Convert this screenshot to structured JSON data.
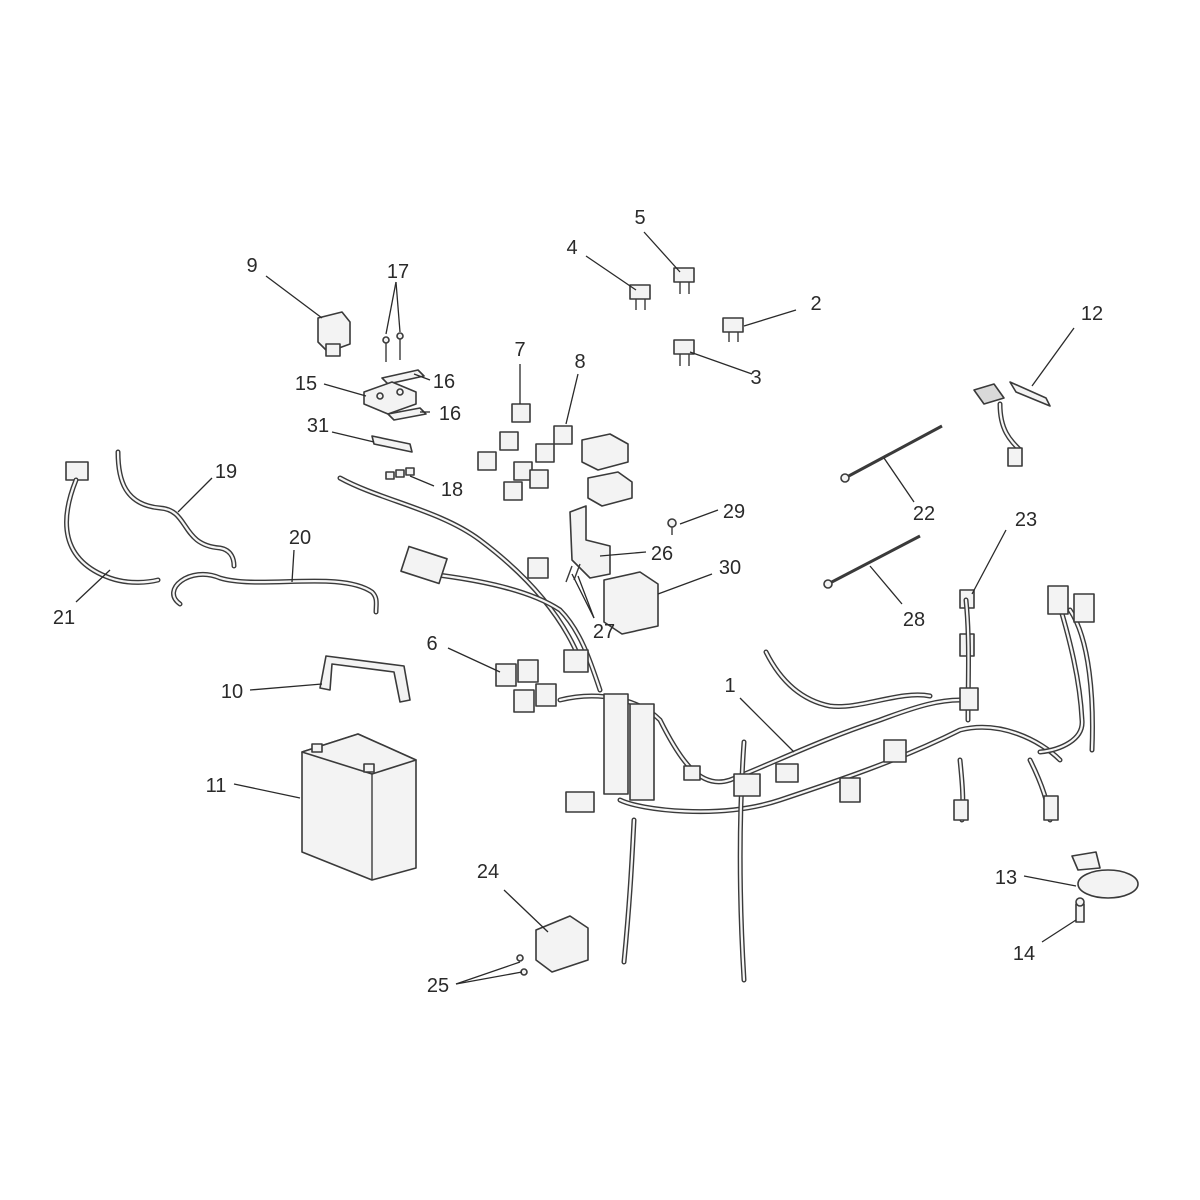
{
  "callouts": {
    "c1": "1",
    "c2": "2",
    "c3": "3",
    "c4": "4",
    "c5": "5",
    "c6": "6",
    "c7": "7",
    "c8": "8",
    "c9": "9",
    "c10": "10",
    "c11": "11",
    "c12": "12",
    "c13": "13",
    "c14": "14",
    "c15": "15",
    "c16a": "16",
    "c16b": "16",
    "c17": "17",
    "c18": "18",
    "c19": "19",
    "c20": "20",
    "c21": "21",
    "c22": "22",
    "c23": "23",
    "c24": "24",
    "c25": "25",
    "c26": "26",
    "c27": "27",
    "c28": "28",
    "c29": "29",
    "c30": "30",
    "c31": "31"
  },
  "colors": {
    "line": "#3a3a3a",
    "fill": "#f3f3f3",
    "text": "#2a2a2a"
  }
}
